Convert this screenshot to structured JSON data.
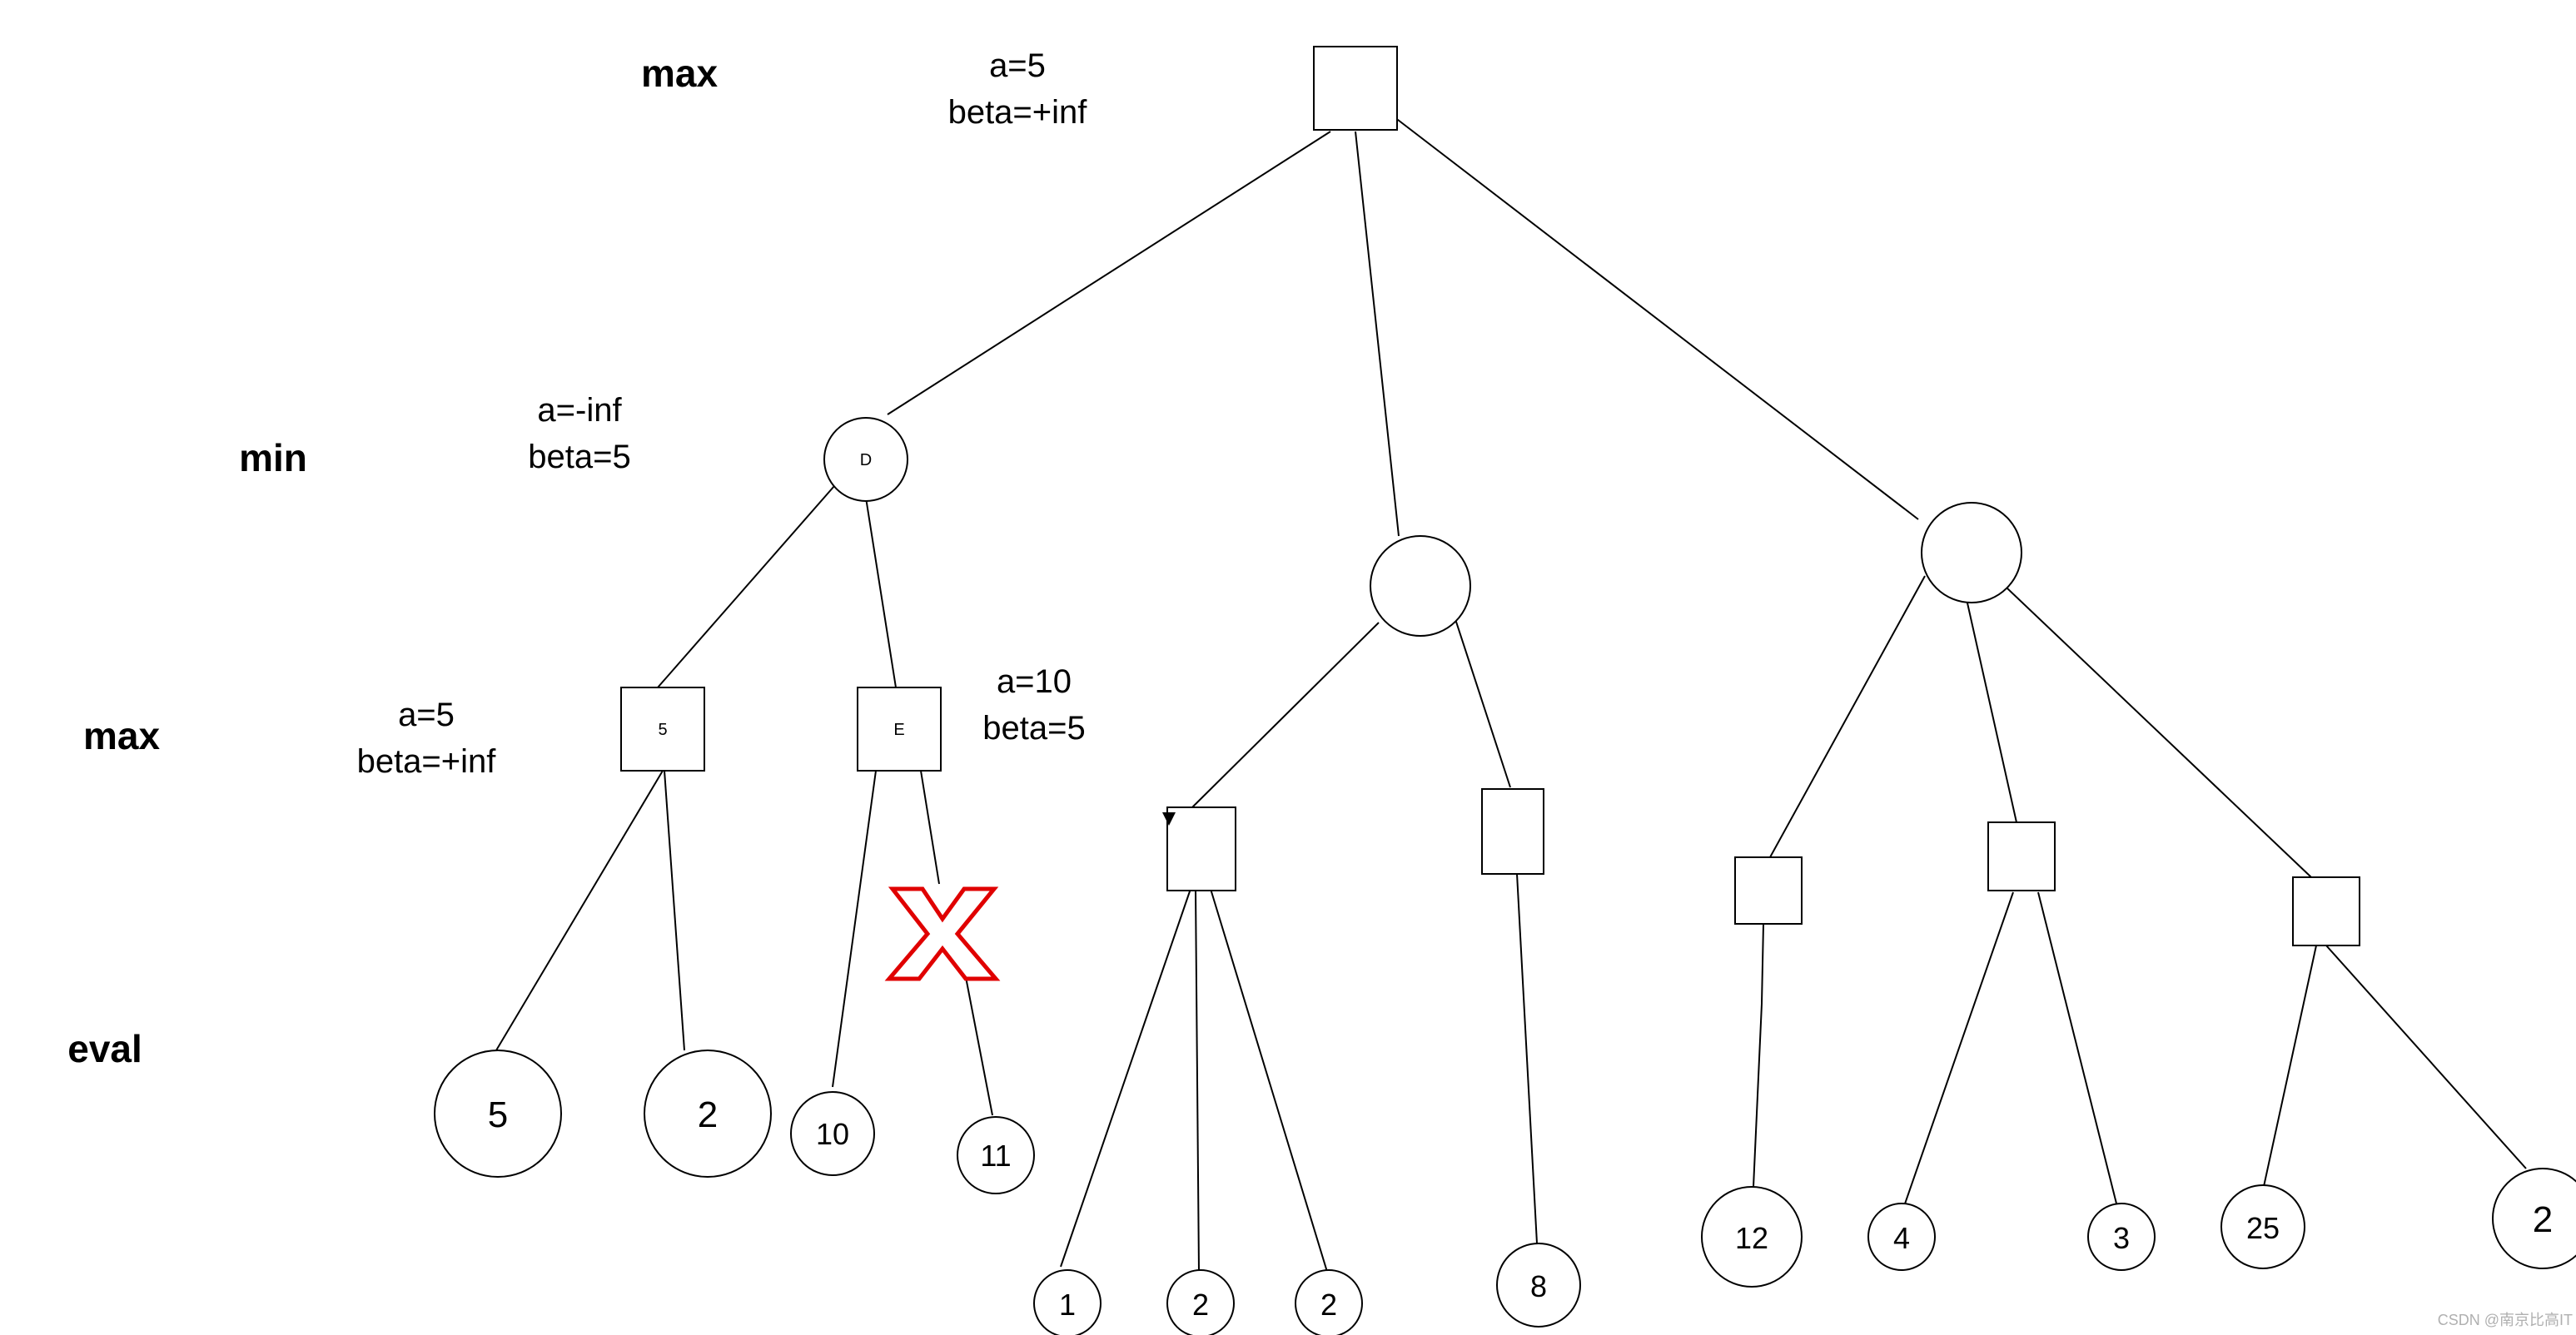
{
  "levels": {
    "top": "max",
    "second": "min",
    "third": "max",
    "bottom": "eval"
  },
  "annotations": {
    "root": [
      "a=5",
      "beta=+inf"
    ],
    "min_d": [
      "a=-inf",
      "beta=5"
    ],
    "max_left": [
      "a=5",
      "beta=+inf"
    ],
    "max_e": [
      "a=10",
      "beta=5"
    ]
  },
  "nodes": {
    "min_d_label": "D",
    "max_a_label": "5",
    "max_e_label": "E"
  },
  "leaves": {
    "l1": "5",
    "l2": "2",
    "l3": "10",
    "l4": "11",
    "l5": "1",
    "l6": "2",
    "l7": "2",
    "l8": "8",
    "l9": "12",
    "l10": "4",
    "l11": "3",
    "l12": "25",
    "l13": "2"
  },
  "pruned_marker_color": "#e00000",
  "watermark": "CSDN @南京比高IT"
}
